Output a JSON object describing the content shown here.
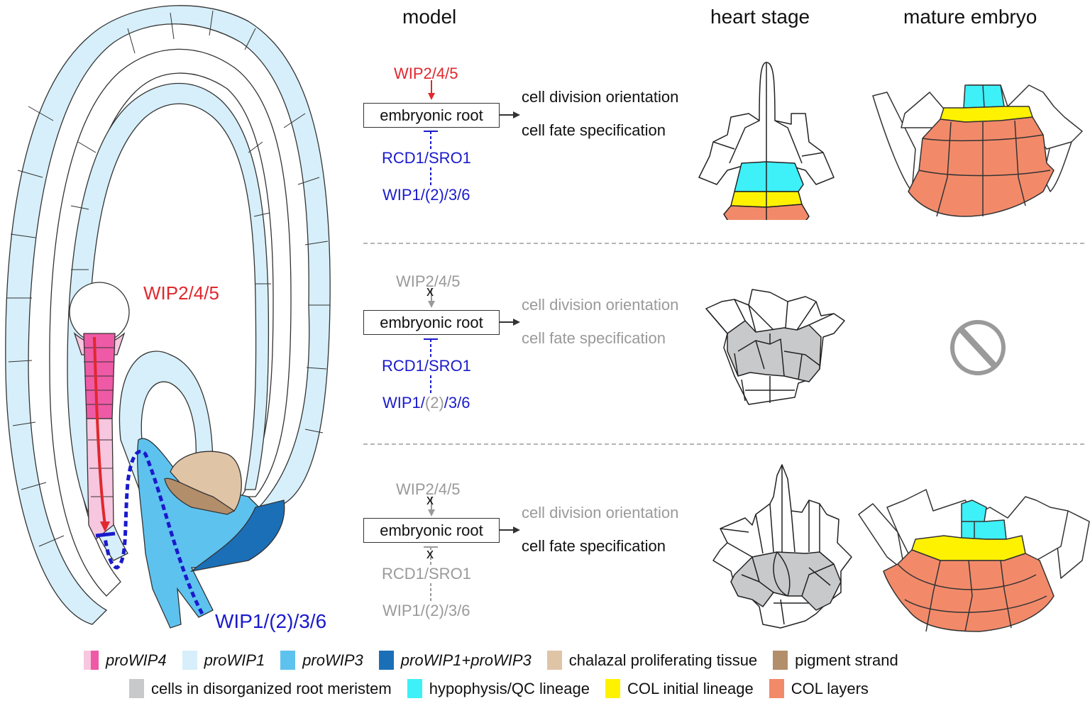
{
  "headers": {
    "model": "model",
    "heart_stage": "heart stage",
    "mature_embryo": "mature embryo"
  },
  "seed": {
    "label_top": "WIP2/4/5",
    "label_bottom": "WIP1/(2)/3/6"
  },
  "rows": [
    {
      "upstream": "WIP2/4/5",
      "upstream_state": "active",
      "box": "embryonic root",
      "repressor": "RCD1/SRO1",
      "repressor_state": "active",
      "source_parts": [
        "WIP1/",
        "(2)",
        "/3/6"
      ],
      "source_state": "active",
      "outcomes": [
        "cell division orientation",
        "cell fate specification"
      ],
      "outcome_states": [
        "normal",
        "normal"
      ],
      "heart_stage": "organized",
      "mature_embryo": "normal"
    },
    {
      "upstream": "WIP2/4/5",
      "upstream_state": "blocked",
      "block_mark": "x",
      "box": "embryonic root",
      "repressor": "RCD1/SRO1",
      "repressor_state": "active",
      "source_parts": [
        "WIP1/",
        "(2)",
        "/3/6"
      ],
      "source_state": "partial",
      "outcomes": [
        "cell division orientation",
        "cell fate specification"
      ],
      "outcome_states": [
        "lost",
        "lost"
      ],
      "heart_stage": "disorganized",
      "mature_embryo": "absent"
    },
    {
      "upstream": "WIP2/4/5",
      "upstream_state": "blocked",
      "block_mark": "x",
      "box": "embryonic root",
      "repressor": "RCD1/SRO1",
      "repressor_state": "blocked",
      "repressor_block_mark": "x",
      "source_parts": [
        "WIP1/",
        "(2)",
        "/3/6"
      ],
      "source_state": "inactive",
      "outcomes": [
        "cell division orientation",
        "cell fate specification"
      ],
      "outcome_states": [
        "lost",
        "normal"
      ],
      "heart_stage": "disorganized",
      "mature_embryo": "restored"
    }
  ],
  "legend": {
    "row1": [
      {
        "label": "proWIP4",
        "italic": true,
        "colors": [
          "#f7c6df",
          "#ee5aa5"
        ]
      },
      {
        "label": "proWIP1",
        "italic": true,
        "colors": [
          "#d6effa"
        ]
      },
      {
        "label": "proWIP3",
        "italic": true,
        "colors": [
          "#5ec2ee"
        ]
      },
      {
        "label": "proWIP1+proWIP3",
        "italic": true,
        "colors": [
          "#1b6fb7"
        ]
      },
      {
        "label": "chalazal proliferating tissue",
        "italic": false,
        "colors": [
          "#e0c4a6"
        ]
      },
      {
        "label": "pigment strand",
        "italic": false,
        "colors": [
          "#b38e6b"
        ]
      }
    ],
    "row2": [
      {
        "label": "cells in disorganized root meristem",
        "italic": false,
        "colors": [
          "#c8c9cb"
        ]
      },
      {
        "label": "hypophysis/QC lineage",
        "italic": false,
        "colors": [
          "#3ef0f7"
        ]
      },
      {
        "label": "COL initial lineage",
        "italic": false,
        "colors": [
          "#fff200"
        ]
      },
      {
        "label": "COL layers",
        "italic": false,
        "colors": [
          "#f28a6a"
        ]
      }
    ]
  },
  "colors": {
    "activator": "#e0282e",
    "repressor": "#1a1acc",
    "inactive": "#9a9a9a",
    "outline": "#333333",
    "no_symbol": "#9a9a9a"
  }
}
